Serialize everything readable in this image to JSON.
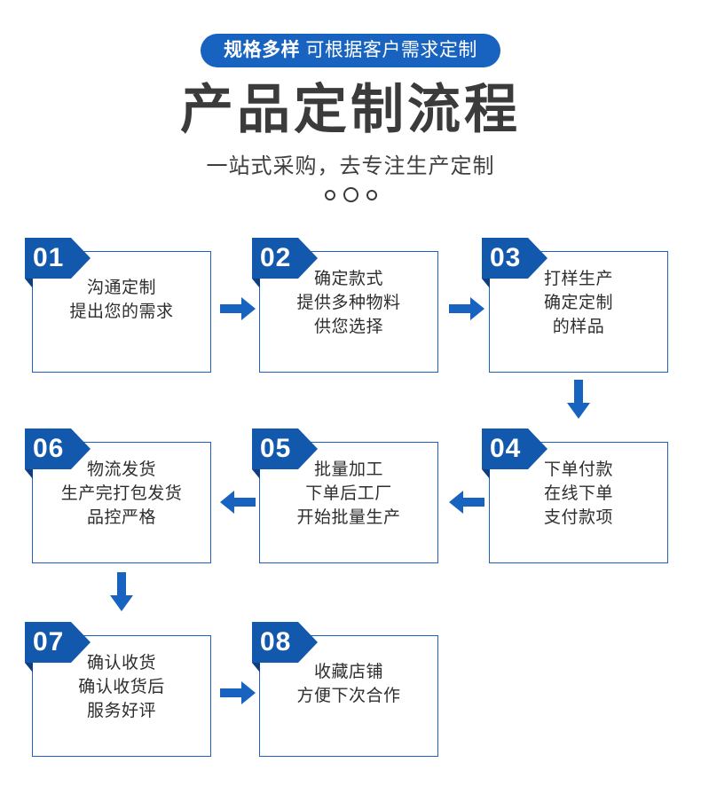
{
  "header": {
    "badge_part1": "规格多样",
    "badge_part2": "可根据客户需求定制",
    "title": "产品定制流程",
    "subtitle": "一站式采购，去专注生产定制"
  },
  "colors": {
    "brand_blue": "#1763bf",
    "tag_blue": "#1258ad",
    "notch_blue": "#0d3f80",
    "border_blue": "#1f5fbf",
    "title_gray": "#3b3b3b",
    "body_text": "#2e2e2e",
    "background": "#ffffff"
  },
  "steps": [
    {
      "number": "01",
      "text": "沟通定制\n提出您的需求"
    },
    {
      "number": "02",
      "text": "确定款式\n提供多种物料\n供您选择"
    },
    {
      "number": "03",
      "text": "打样生产\n确定定制\n的样品"
    },
    {
      "number": "04",
      "text": "下单付款\n在线下单\n支付款项"
    },
    {
      "number": "05",
      "text": "批量加工\n下单后工厂\n开始批量生产"
    },
    {
      "number": "06",
      "text": "物流发货\n生产完打包发货\n品控严格"
    },
    {
      "number": "07",
      "text": "确认收货\n确认收货后\n服务好评"
    },
    {
      "number": "08",
      "text": "收藏店铺\n方便下次合作"
    }
  ]
}
